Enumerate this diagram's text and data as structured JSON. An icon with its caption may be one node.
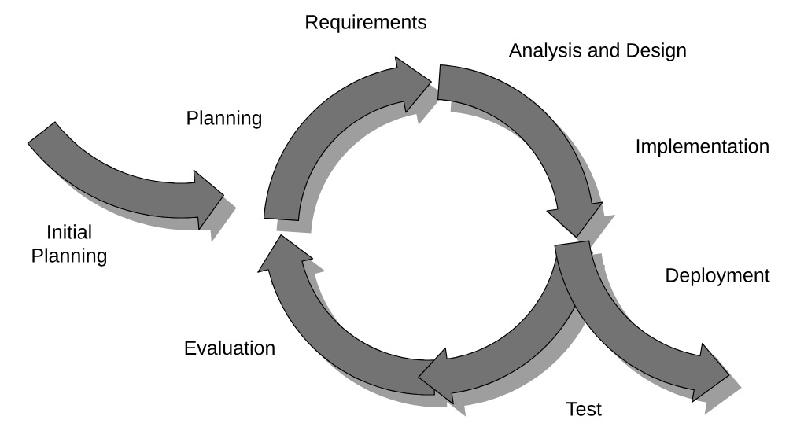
{
  "diagram": {
    "labels": [
      "Requirements",
      "Analysis and Design",
      "Planning",
      "Implementation",
      "Initial Planning",
      "Deployment",
      "Evaluation",
      "Test"
    ]
  }
}
